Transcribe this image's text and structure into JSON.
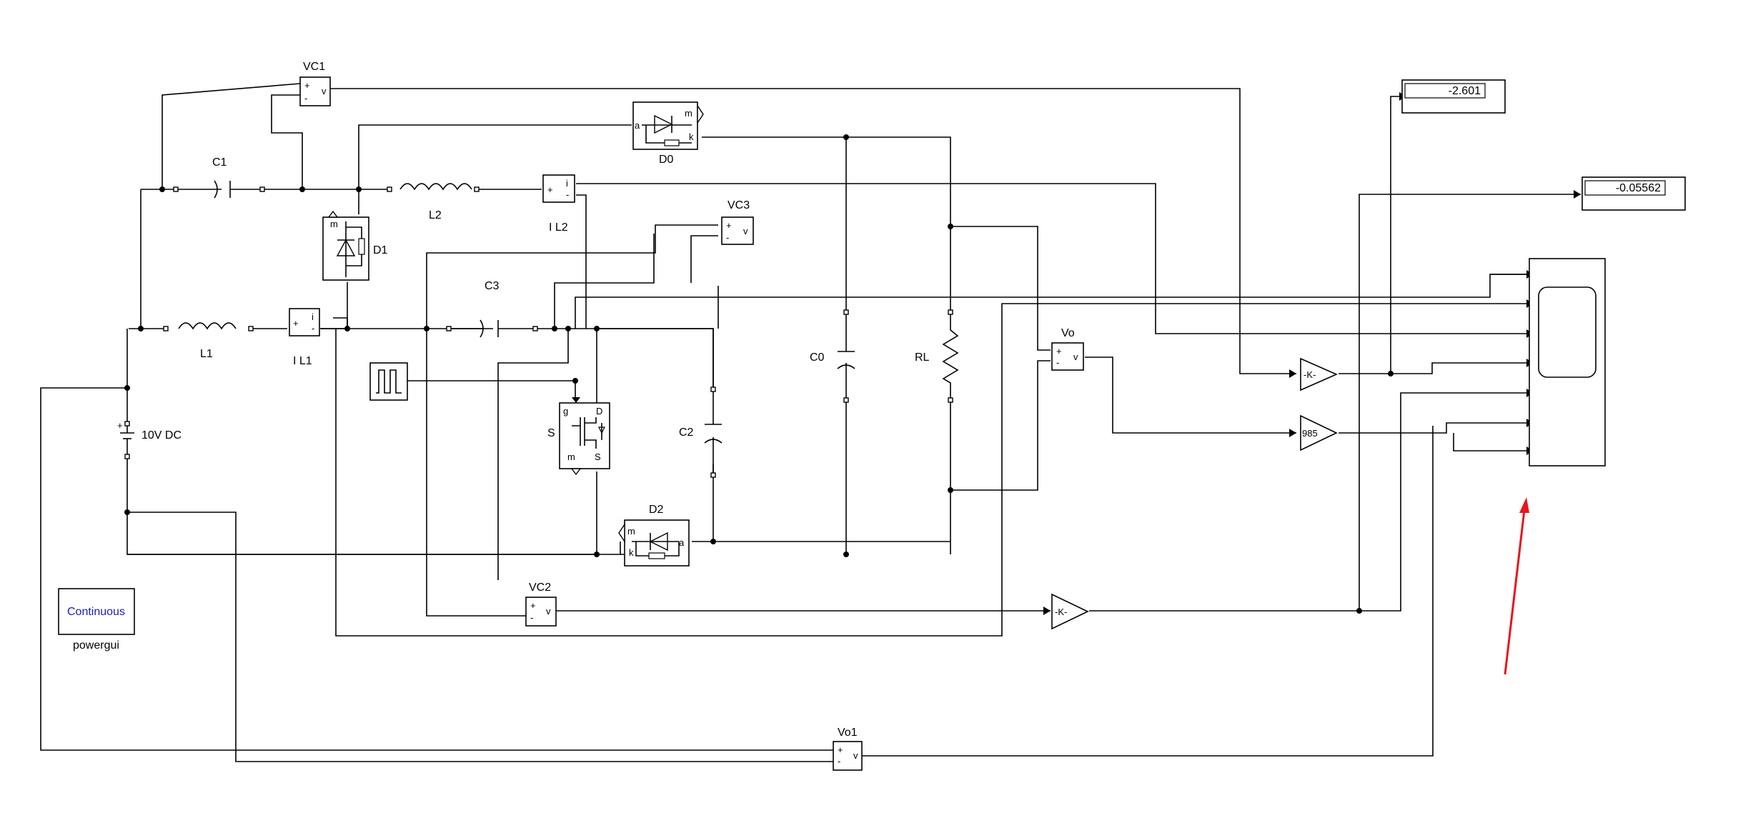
{
  "labels": {
    "vc1": "VC1",
    "c1": "C1",
    "l2": "L2",
    "il2": "I L2",
    "d0": "D0",
    "d1": "D1",
    "vc3": "VC3",
    "c3": "C3",
    "l1": "L1",
    "il1": "I L1",
    "src": "10V DC",
    "s": "S",
    "c2": "C2",
    "c0": "C0",
    "rl": "RL",
    "vo": "Vo",
    "d2": "D2",
    "vc2": "VC2",
    "vo1": "Vo1",
    "powergui": "powergui"
  },
  "blocks": {
    "powergui_text": "Continuous",
    "gain_k1": "-K-",
    "gain_985": "985",
    "gain_k2": "-K-"
  },
  "port_text": {
    "plus": "+",
    "minus": "-",
    "v": "v",
    "i": "i",
    "a": "a",
    "k": "k",
    "m": "m",
    "g": "g",
    "d": "D",
    "s": "S"
  },
  "displays": [
    {
      "name": "display-1",
      "value": "-2.601"
    },
    {
      "name": "display-2",
      "value": "-0.05562"
    }
  ],
  "colors": {
    "accent_arrow": "#e8151b",
    "powergui_text": "#1a1acc",
    "wire": "#000000"
  }
}
